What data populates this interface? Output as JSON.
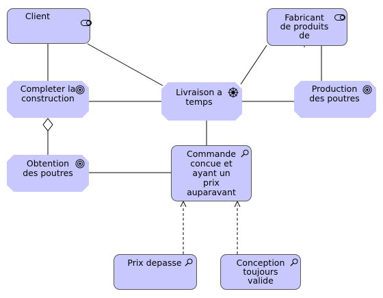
{
  "colors": {
    "node_fill": "#c8c8ff",
    "node_border": "#555555",
    "line": "#000000"
  },
  "nodes": {
    "client": {
      "label": "Client",
      "icon": "stakeholder-icon"
    },
    "fabricant": {
      "label": "Fabricant\nde produits\nde\n.",
      "icon": "stakeholder-icon"
    },
    "completer": {
      "label": "Completer la\nconstruction",
      "icon": "goal-icon"
    },
    "livraison": {
      "label": "Livraison a\ntemps",
      "icon": "driver-icon"
    },
    "production": {
      "label": "Production\ndes poutres",
      "icon": "goal-icon"
    },
    "obtention": {
      "label": "Obtention\ndes poutres",
      "icon": "goal-icon"
    },
    "commande": {
      "label": "Commande\nconcue et\nayant un\nprix\nauparavant",
      "icon": "assessment-icon"
    },
    "prix": {
      "label": "Prix depasse",
      "icon": "assessment-icon"
    },
    "conception": {
      "label": "Conception\ntoujours\nvalide",
      "icon": "assessment-icon"
    }
  }
}
